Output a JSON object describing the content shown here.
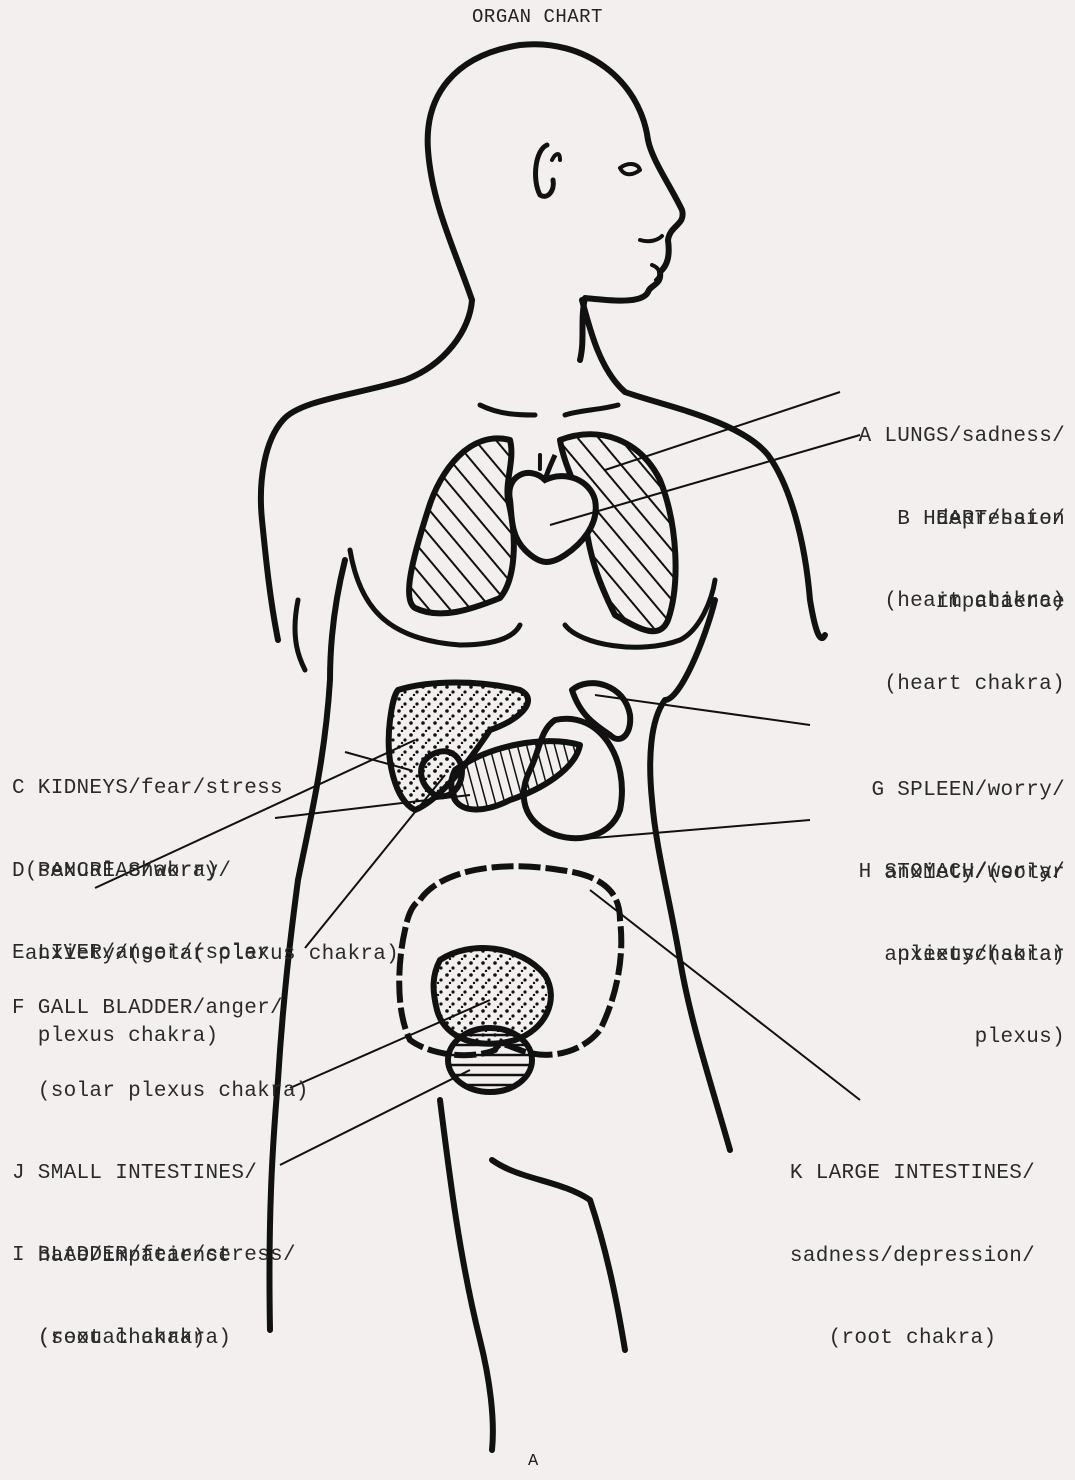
{
  "title": "ORGAN CHART",
  "page_letter": "A",
  "labels": {
    "lungs": [
      "A LUNGS/sadness/",
      "depression",
      "(heart chakra)"
    ],
    "heart": [
      "B HEART/hate/",
      "impatience",
      "(heart chakra)"
    ],
    "kidneys": [
      "C KIDNEYS/fear/stress",
      " (sexual chakra)"
    ],
    "pancreas": [
      "D PANCREAS/worry/",
      " anxiety/(solar plexus chakra)"
    ],
    "liver": [
      "E LIVER/anger/(solar",
      "  plexus chakra)"
    ],
    "gall_bladder": [
      "F GALL BLADDER/anger/",
      "  (solar plexus chakra)"
    ],
    "spleen": [
      "G SPLEEN/worry/",
      "anxiety/(solar",
      "plexuschakra)"
    ],
    "stomach": [
      "H STOMACH/worry/",
      "anxiety/(solar",
      "plexus)"
    ],
    "small_intestines": [
      "J SMALL INTESTINES/",
      "  hate/impatience",
      "  (root chakra)"
    ],
    "bladder": [
      "I BLADDER/fear/stress/",
      "  (sexual chakra)"
    ],
    "large_intestines": [
      "K LARGE INTESTINES/",
      "sadness/depression/",
      "(root chakra)"
    ]
  }
}
